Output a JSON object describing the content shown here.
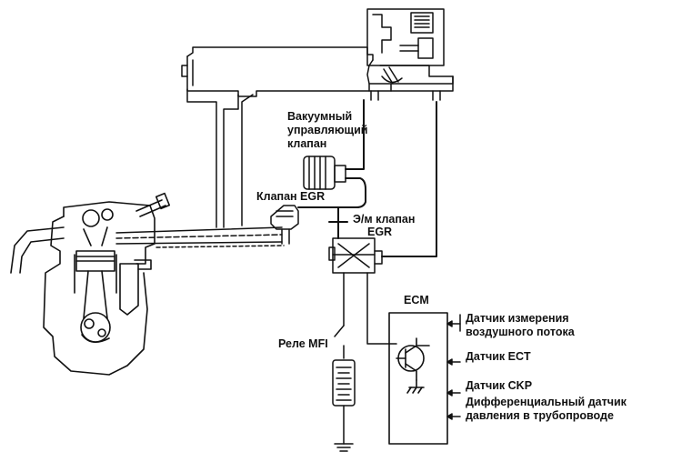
{
  "labels": {
    "vacuum_valve": [
      "Вакуумный",
      "управляющий",
      "клапан"
    ],
    "egr_valve": "Клапан EGR",
    "solenoid_valve": [
      "Э/м клапан",
      "EGR"
    ],
    "ecm": "ECM",
    "relay": "Реле MFI"
  },
  "sensors": [
    [
      "Датчик измерения",
      "воздушного потока"
    ],
    [
      "Датчик ECT"
    ],
    [
      "Датчик CKP"
    ],
    [
      "Дифференциальный датчик",
      "давления в трубопроводе"
    ]
  ],
  "colors": {
    "ink": "#111111",
    "background": "#ffffff"
  }
}
